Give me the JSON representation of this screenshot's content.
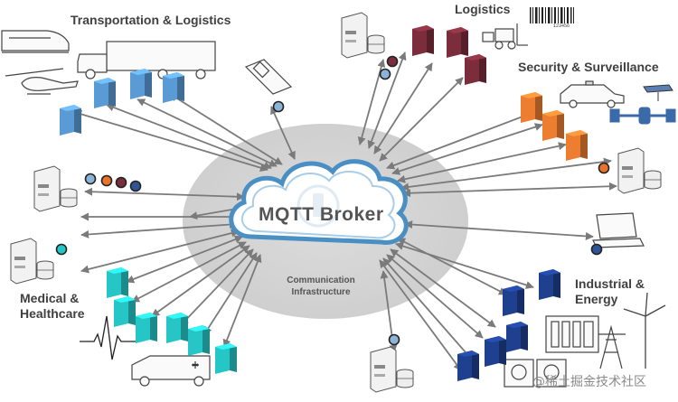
{
  "diagram": {
    "broker": {
      "label": "MQTT Broker"
    },
    "infrastructure": {
      "line1": "Communication",
      "line2": "Infrastructure"
    },
    "sectors": {
      "transportation": "Transportation & Logistics",
      "logistics": "Logistics",
      "security": "Security & Surveillance",
      "medical_line1": "Medical &",
      "medical_line2": "Healthcare",
      "industrial_line1": "Industrial &",
      "industrial_line2": "Energy"
    },
    "barcode_number": "123456",
    "watermark": "@稀土掘金技术社区"
  },
  "colors": {
    "transportation": "#5b9bd5",
    "logistics": "#7b2d3b",
    "security": "#ed7d31",
    "medical": "#26c6c6",
    "industrial": "#1f3f8f",
    "arrow": "#7a7a7a",
    "cloud_outline": "#4a8fc4",
    "ellipse": "#d5d5d5"
  }
}
